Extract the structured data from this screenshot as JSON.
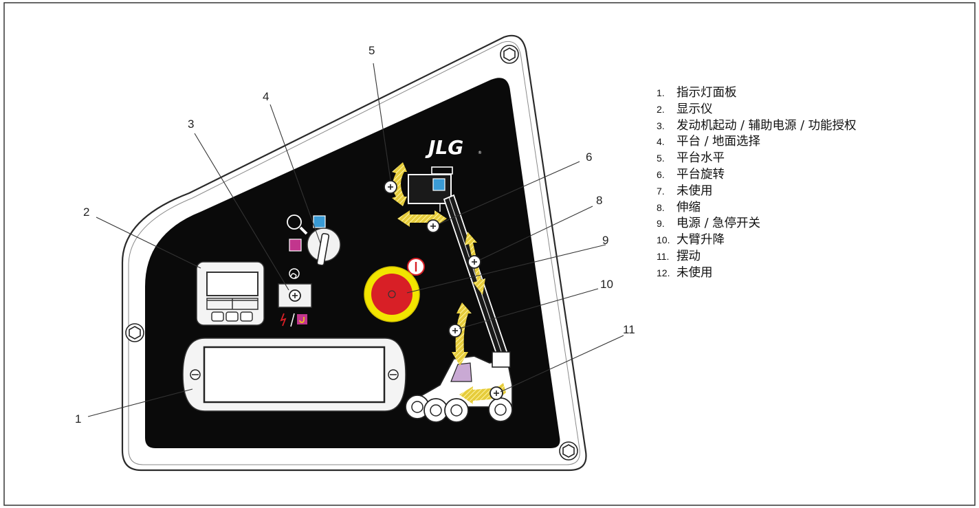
{
  "callouts": [
    "1",
    "2",
    "3",
    "4",
    "5",
    "6",
    "8",
    "9",
    "10",
    "11"
  ],
  "logo_text": "JLG",
  "legend": [
    {
      "num": "1.",
      "text": "指示灯面板"
    },
    {
      "num": "2.",
      "text": "显示仪"
    },
    {
      "num": "3.",
      "text": "发动机起动 / 辅助电源 / 功能授权"
    },
    {
      "num": "4.",
      "text": "平台 / 地面选择"
    },
    {
      "num": "5.",
      "text": "平台水平"
    },
    {
      "num": "6.",
      "text": "平台旋转"
    },
    {
      "num": "7.",
      "text": "未使用"
    },
    {
      "num": "8.",
      "text": "伸缩"
    },
    {
      "num": "9.",
      "text": "电源 / 急停开关"
    },
    {
      "num": "10.",
      "text": "大臂升降"
    },
    {
      "num": "11.",
      "text": "摆动"
    },
    {
      "num": "12.",
      "text": "未使用"
    }
  ],
  "colors": {
    "panel": "#0a0a0a",
    "estop_red": "#d81f26",
    "estop_yellow": "#f2e400",
    "arrow_yellow": "#e9d34a",
    "platform_blue": "#3a9bd5",
    "ground_magenta": "#c2368d"
  }
}
